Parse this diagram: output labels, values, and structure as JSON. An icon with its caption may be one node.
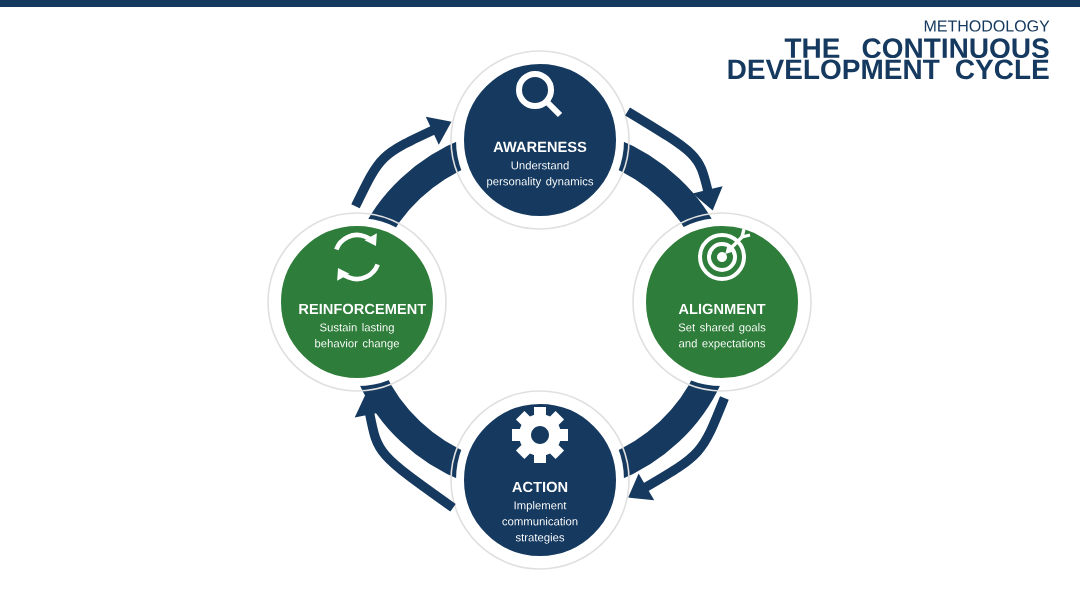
{
  "diagram": {
    "title": "THE CONTINUOUS DEVELOPMENT CYCLE",
    "nodes": [
      {
        "text": [
          "AWARENESS",
          "Understand personality dynamics"
        ]
      },
      {
        "text": [
          "ALIGNMENT",
          "Set shared goals and expectations"
        ]
      },
      {
        "text": [
          "ACTION",
          "Implement communication strategies"
        ]
      },
      {
        "text": [
          "REINFORCEMENT",
          "Sustain lasting behavior change"
        ]
      }
    ],
    "edges": [
      {
        "from": 0,
        "to": 1,
        "arrow": "to"
      },
      {
        "from": 1,
        "to": 2,
        "arrow": "to"
      },
      {
        "from": 2,
        "to": 3,
        "arrow": "to"
      },
      {
        "from": 3,
        "to": 0,
        "arrow": "to"
      }
    ],
    "labels": [
      "METHODOLOGY"
    ]
  }
}
